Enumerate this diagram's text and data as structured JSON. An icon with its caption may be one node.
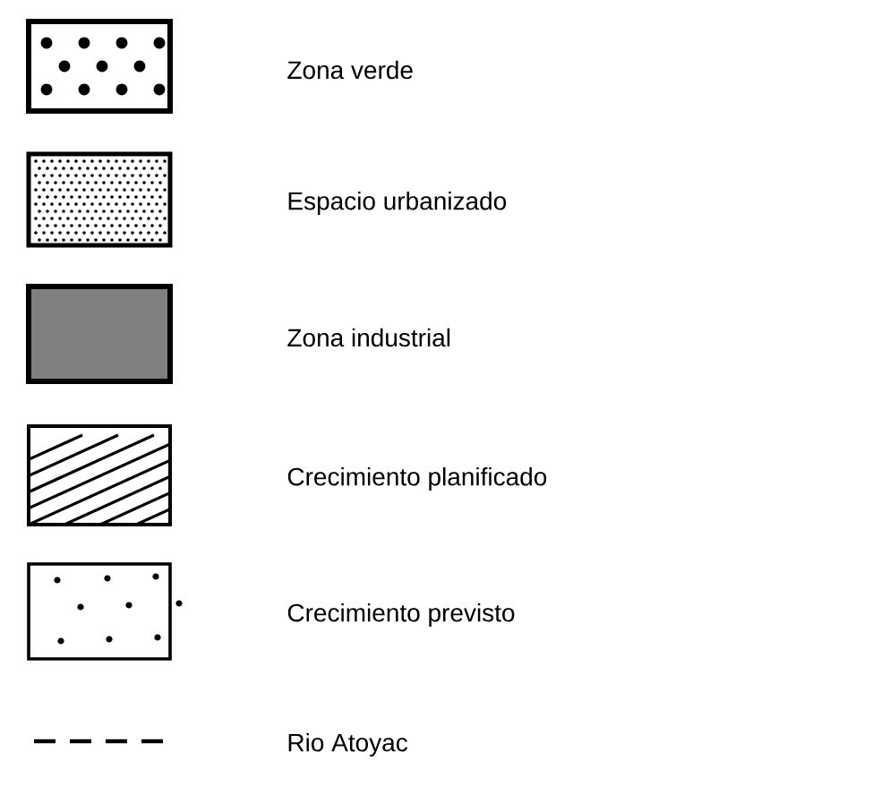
{
  "diagram": {
    "legend": [
      {
        "text": "Zona verde"
      },
      {
        "text": "Espacio urbanizado"
      },
      {
        "text": "Zona industrial"
      },
      {
        "text": "Crecimiento planificado"
      },
      {
        "text": "Crecimiento previsto"
      },
      {
        "text": "Rio Atoyac"
      }
    ]
  }
}
